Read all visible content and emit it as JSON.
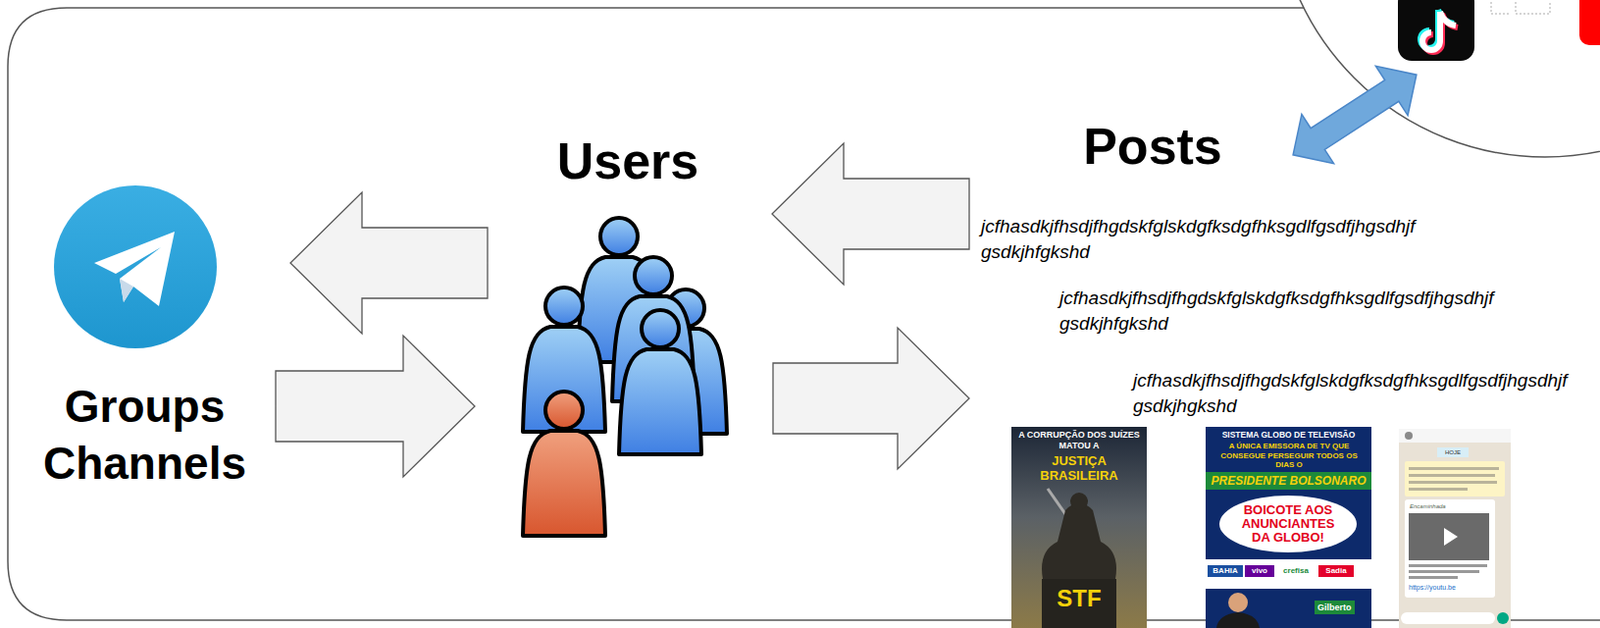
{
  "diagram": {
    "nodes": [
      {
        "text": [
          "Groups Channels"
        ]
      },
      {
        "text": [
          "Users"
        ]
      },
      {
        "text": [
          "Posts",
          "jcfhasdkjfhsdjfhgdskfglskdgfksdgfhksgdlfgsdfjhgsdhjf gsdkjhfgkshd",
          "jcfhasdkjfhsdjfhgdskfglskdgfksdgfhksgdlfgsdfjhgsdhjf gsdkjhfgkshd",
          "jcfhasdkjfhsdjfhgdskfglskdgfksdgfhksgdlfgsdfjhgsdhjf gsdkjhgkshd"
        ]
      }
    ],
    "edges": [
      {
        "from": 1,
        "to": 0,
        "arrow": "to"
      },
      {
        "from": 0,
        "to": 1,
        "arrow": "to"
      },
      {
        "from": 2,
        "to": 1,
        "arrow": "to"
      },
      {
        "from": 1,
        "to": 2,
        "arrow": "to"
      }
    ],
    "labels": [
      "A CORRUPÇÃO DOS JUÍZES MATOU A",
      "JUSTIÇA BRASILEIRA",
      "STF",
      "SISTEMA GLOBO DE TELEVISÃO",
      "A ÚNICA EMISSORA DE TV QUE CONSEGUE PERSEGUIR TODOS OS DIAS O",
      "PRESIDENTE BOLSONARO",
      "BOICOTE AOS ANUNCIANTES DA GLOBO!",
      "BAHIA",
      "vivo",
      "crefisa",
      "Sadia",
      "Gilberto",
      "HOJE",
      "Encaminhada",
      "https://youtu.be"
    ]
  }
}
